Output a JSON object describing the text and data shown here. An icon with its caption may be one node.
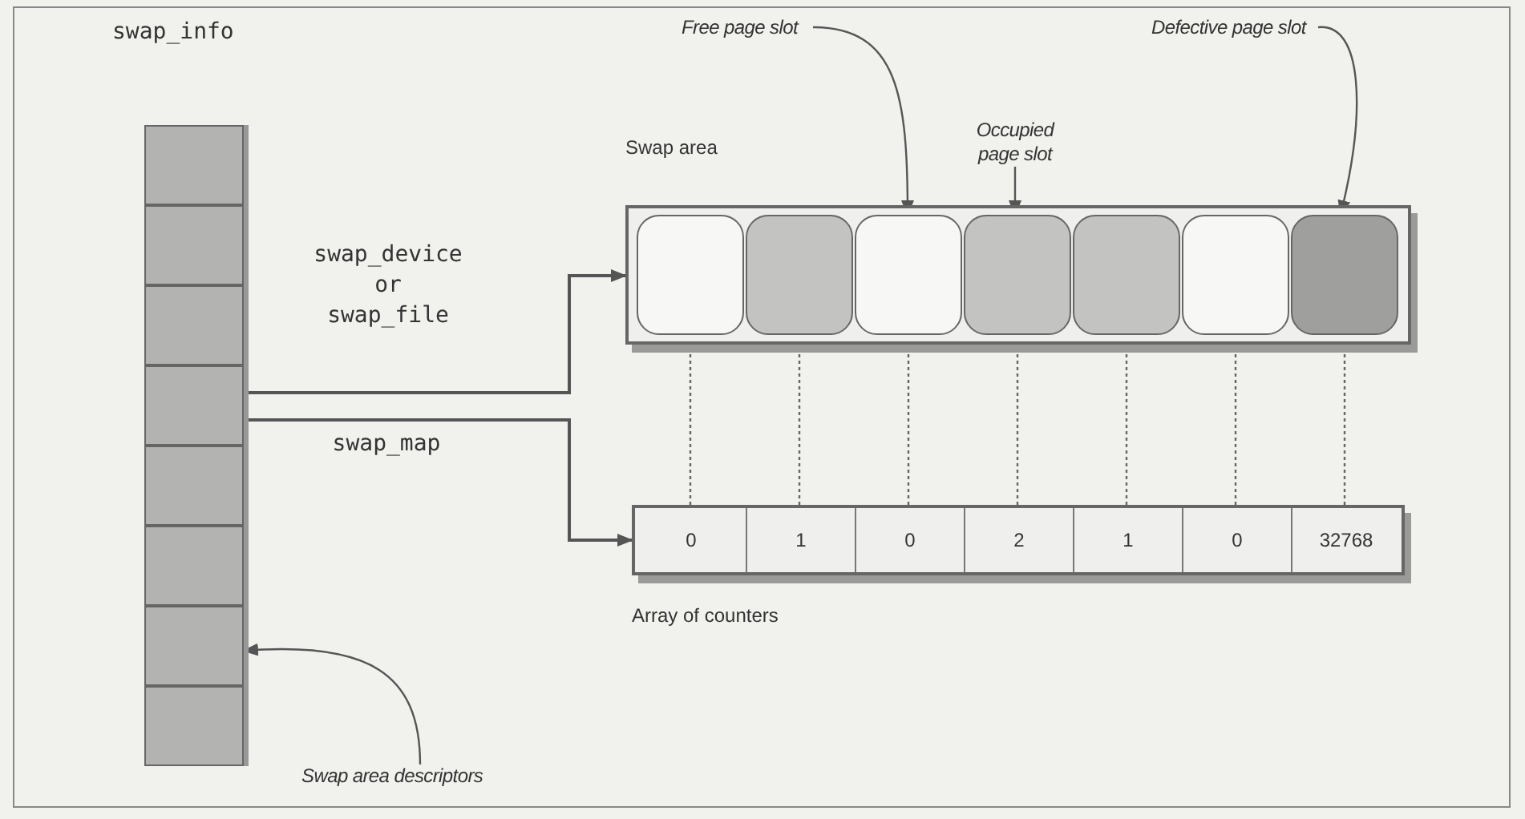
{
  "diagram": {
    "nodes": [
      {
        "text": [
          "swap_info"
        ]
      },
      {
        "text": [],
        "shape": "box",
        "in": 0
      },
      {
        "text": [],
        "shape": "box",
        "in": 0
      },
      {
        "text": [],
        "shape": "box",
        "in": 0
      },
      {
        "text": [],
        "shape": "box",
        "in": 0
      },
      {
        "text": [],
        "shape": "box",
        "in": 0
      },
      {
        "text": [],
        "shape": "box",
        "in": 0
      },
      {
        "text": [],
        "shape": "box",
        "in": 0
      },
      {
        "text": [],
        "shape": "box",
        "in": 0
      },
      {
        "text": [
          "Swap area"
        ]
      },
      {
        "text": [],
        "shape": "box",
        "in": 9
      },
      {
        "text": [],
        "shape": "box",
        "in": 9
      },
      {
        "text": [],
        "shape": "box",
        "in": 9
      },
      {
        "text": [],
        "shape": "box",
        "in": 9
      },
      {
        "text": [],
        "shape": "box",
        "in": 9
      },
      {
        "text": [],
        "shape": "box",
        "in": 9
      },
      {
        "text": [],
        "shape": "box",
        "in": 9
      },
      {
        "text": [
          "Array of counters"
        ]
      },
      {
        "text": [
          "0"
        ],
        "in": 17
      },
      {
        "text": [
          "1"
        ],
        "in": 17
      },
      {
        "text": [
          "0"
        ],
        "in": 17
      },
      {
        "text": [
          "2"
        ],
        "in": 17
      },
      {
        "text": [
          "1"
        ],
        "in": 17
      },
      {
        "text": [
          "0"
        ],
        "in": 17
      },
      {
        "text": [
          "32768"
        ],
        "in": 17
      },
      {
        "text": [
          "Free page slot"
        ]
      },
      {
        "text": [
          "Occupied page slot"
        ]
      },
      {
        "text": [
          "Defective page slot"
        ]
      },
      {
        "text": [
          "Swap area descriptors"
        ]
      }
    ],
    "edges": [
      {
        "from": 4,
        "to": 9,
        "arrow": "to",
        "label": "swap_device or swap_file"
      },
      {
        "from": 4,
        "to": 17,
        "arrow": "to",
        "label": "swap_map"
      },
      {
        "from": 25,
        "to": 12,
        "arrow": "to"
      },
      {
        "from": 26,
        "to": 13,
        "arrow": "to"
      },
      {
        "from": 27,
        "to": 16,
        "arrow": "to"
      },
      {
        "from": 28,
        "to": 7,
        "arrow": "to"
      },
      {
        "from": 10,
        "to": 18,
        "arrow": "none",
        "style": "dashed"
      },
      {
        "from": 11,
        "to": 19,
        "arrow": "none",
        "style": "dashed"
      },
      {
        "from": 12,
        "to": 20,
        "arrow": "none",
        "style": "dashed"
      },
      {
        "from": 13,
        "to": 21,
        "arrow": "none",
        "style": "dashed"
      },
      {
        "from": 14,
        "to": 22,
        "arrow": "none",
        "style": "dashed"
      },
      {
        "from": 15,
        "to": 23,
        "arrow": "none",
        "style": "dashed"
      },
      {
        "from": 16,
        "to": 24,
        "arrow": "none",
        "style": "dashed"
      }
    ]
  }
}
